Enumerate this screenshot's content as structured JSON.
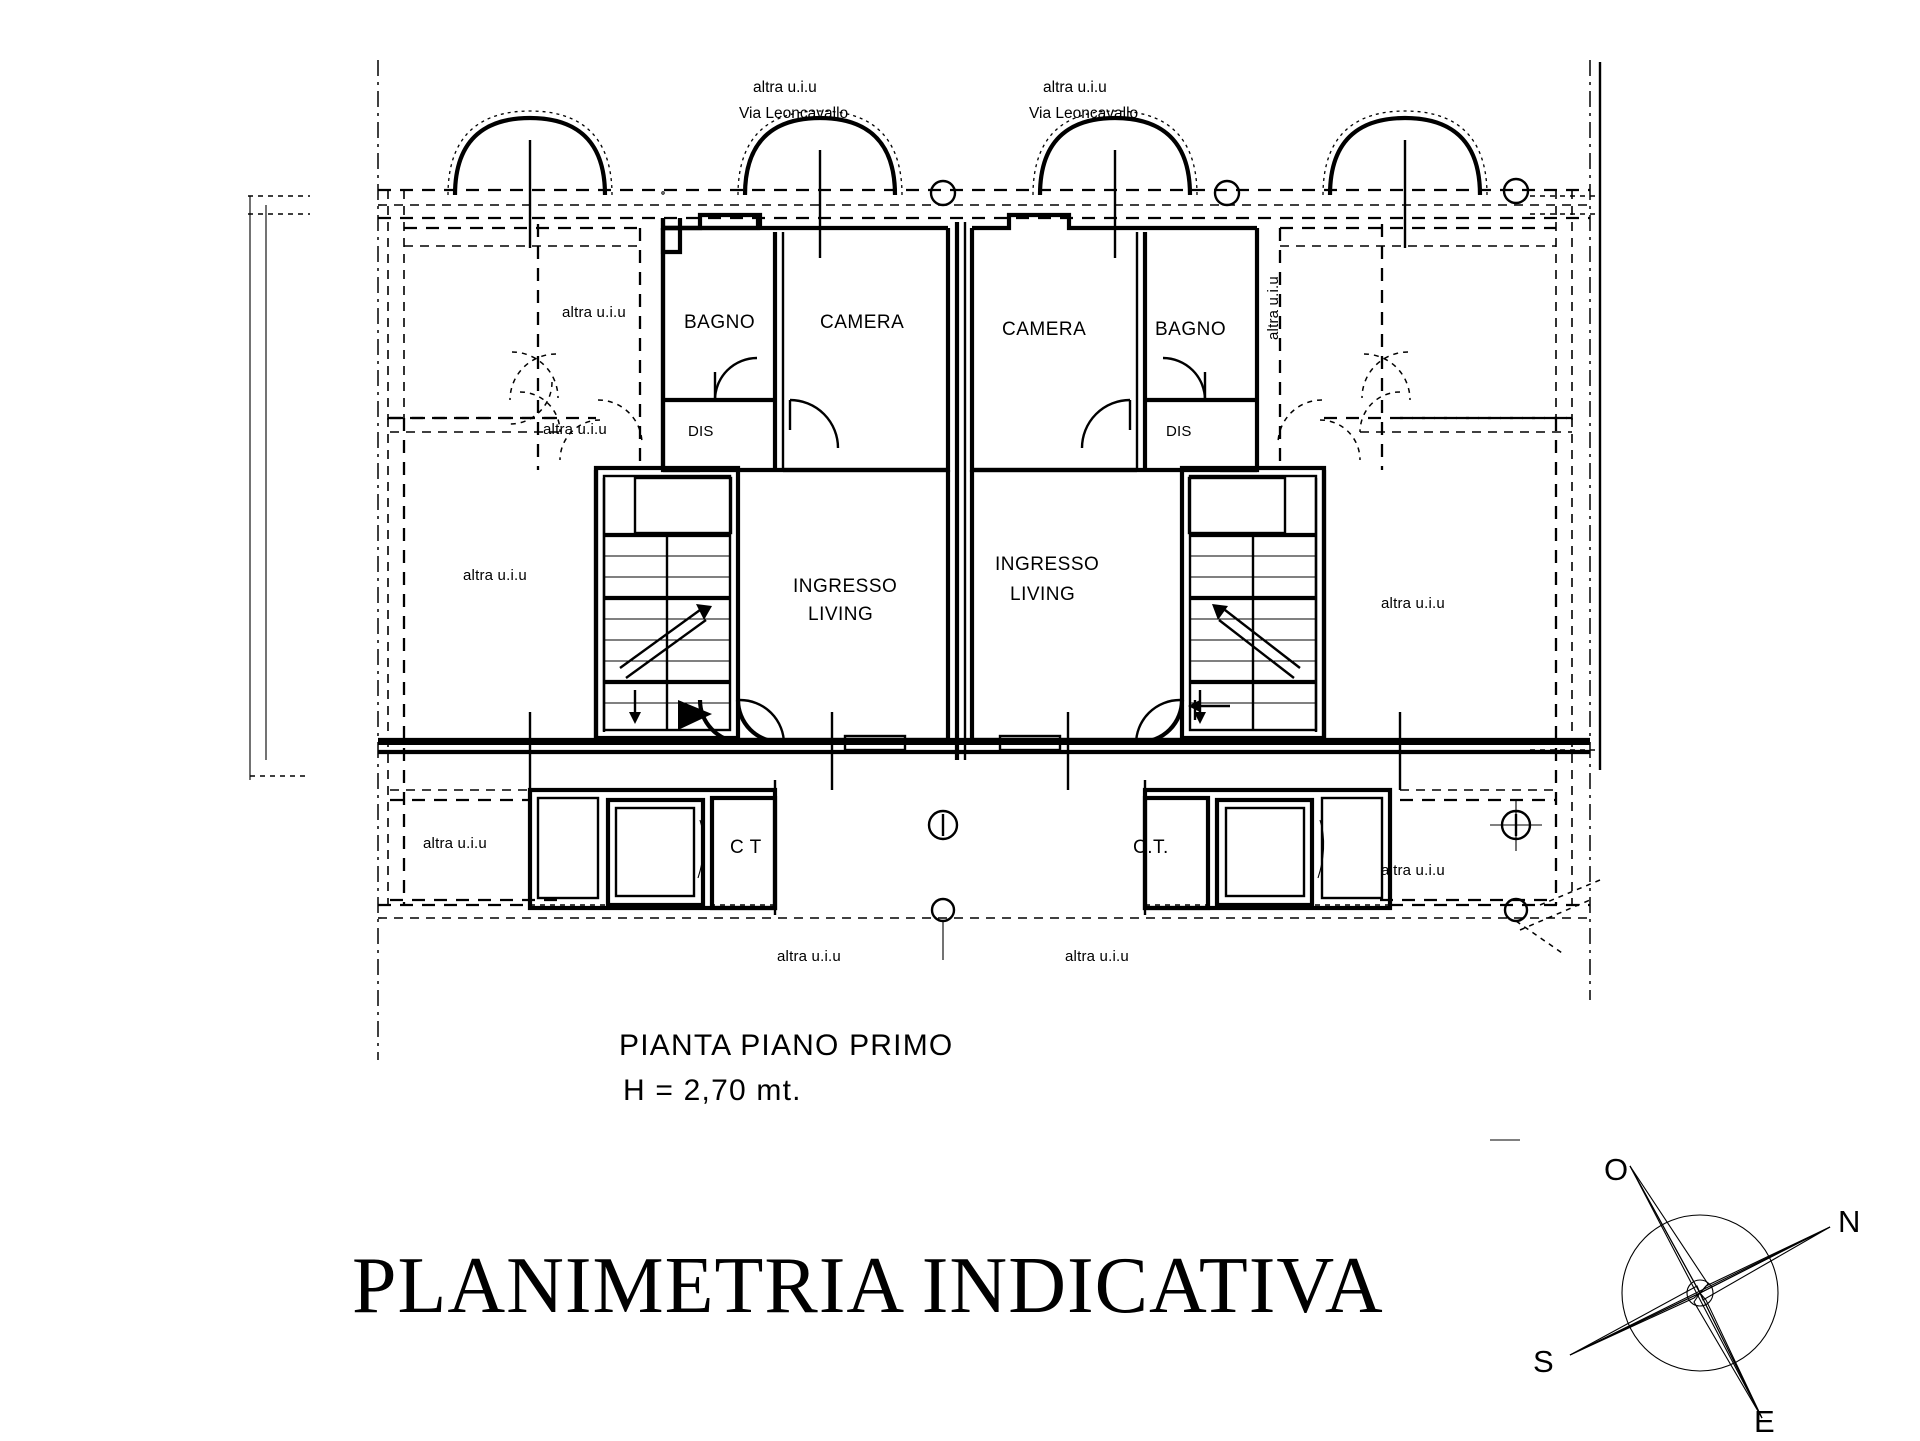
{
  "document": {
    "type": "architectural-floor-plan",
    "main_title": "PLANIMETRIA INDICATIVA",
    "plan_caption_line1": "PIANTA PIANO PRIMO",
    "plan_caption_line2": "H = 2,70 mt."
  },
  "street_notes": [
    {
      "id": "street-left",
      "line1": "altra u.i.u",
      "line2": "Via Leoncavallo"
    },
    {
      "id": "street-right",
      "line1": "altra u.i.u",
      "line2": "Via Leoncavallo"
    }
  ],
  "rooms": [
    {
      "id": "room-bagno-left",
      "label": "BAGNO",
      "unit": "left"
    },
    {
      "id": "room-camera-left",
      "label": "CAMERA",
      "unit": "left"
    },
    {
      "id": "room-dis-left",
      "label": "DIS",
      "unit": "left"
    },
    {
      "id": "room-ingresso-left",
      "label": "INGRESSO",
      "unit": "left"
    },
    {
      "id": "room-living-left",
      "label": "LIVING",
      "unit": "left"
    },
    {
      "id": "room-ct-left",
      "label": "C T",
      "unit": "left"
    },
    {
      "id": "room-camera-right",
      "label": "CAMERA",
      "unit": "right"
    },
    {
      "id": "room-bagno-right",
      "label": "BAGNO",
      "unit": "right"
    },
    {
      "id": "room-dis-right",
      "label": "DIS",
      "unit": "right"
    },
    {
      "id": "room-ingresso-right",
      "label": "INGRESSO",
      "unit": "right"
    },
    {
      "id": "room-living-right",
      "label": "LIVING",
      "unit": "right"
    },
    {
      "id": "room-ct-right",
      "label": "C.T.",
      "unit": "right"
    }
  ],
  "adjacent_unit_labels": [
    {
      "id": "altra-top-left",
      "text": "altra u.i.u"
    },
    {
      "id": "altra-mid-left-a",
      "text": "altra u.i.u"
    },
    {
      "id": "altra-mid-left-b",
      "text": "altra u.i.u"
    },
    {
      "id": "altra-bottom-left",
      "text": "altra u.i.u"
    },
    {
      "id": "altra-under-left",
      "text": "altra u.i.u"
    },
    {
      "id": "altra-under-right",
      "text": "altra u.i.u"
    },
    {
      "id": "altra-mid-right",
      "text": "altra u.i.u"
    },
    {
      "id": "altra-bottom-right",
      "text": "altra u.i.u"
    },
    {
      "id": "altra-vertical-right",
      "text": "altra u.i.u"
    }
  ],
  "compass": {
    "name": "compass-rose",
    "north": "N",
    "south": "S",
    "east": "E",
    "west": "O"
  },
  "colors": {
    "ink": "#000000",
    "paper": "#ffffff"
  }
}
